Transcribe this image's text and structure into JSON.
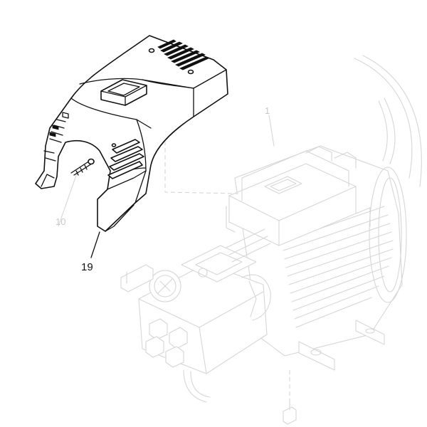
{
  "callouts": [
    {
      "id": "1",
      "label": "1"
    },
    {
      "id": "10",
      "label": "10"
    },
    {
      "id": "19",
      "label": "19"
    }
  ],
  "colors": {
    "highlight_part": "#111111",
    "context_parts": "#d6d6d6"
  }
}
